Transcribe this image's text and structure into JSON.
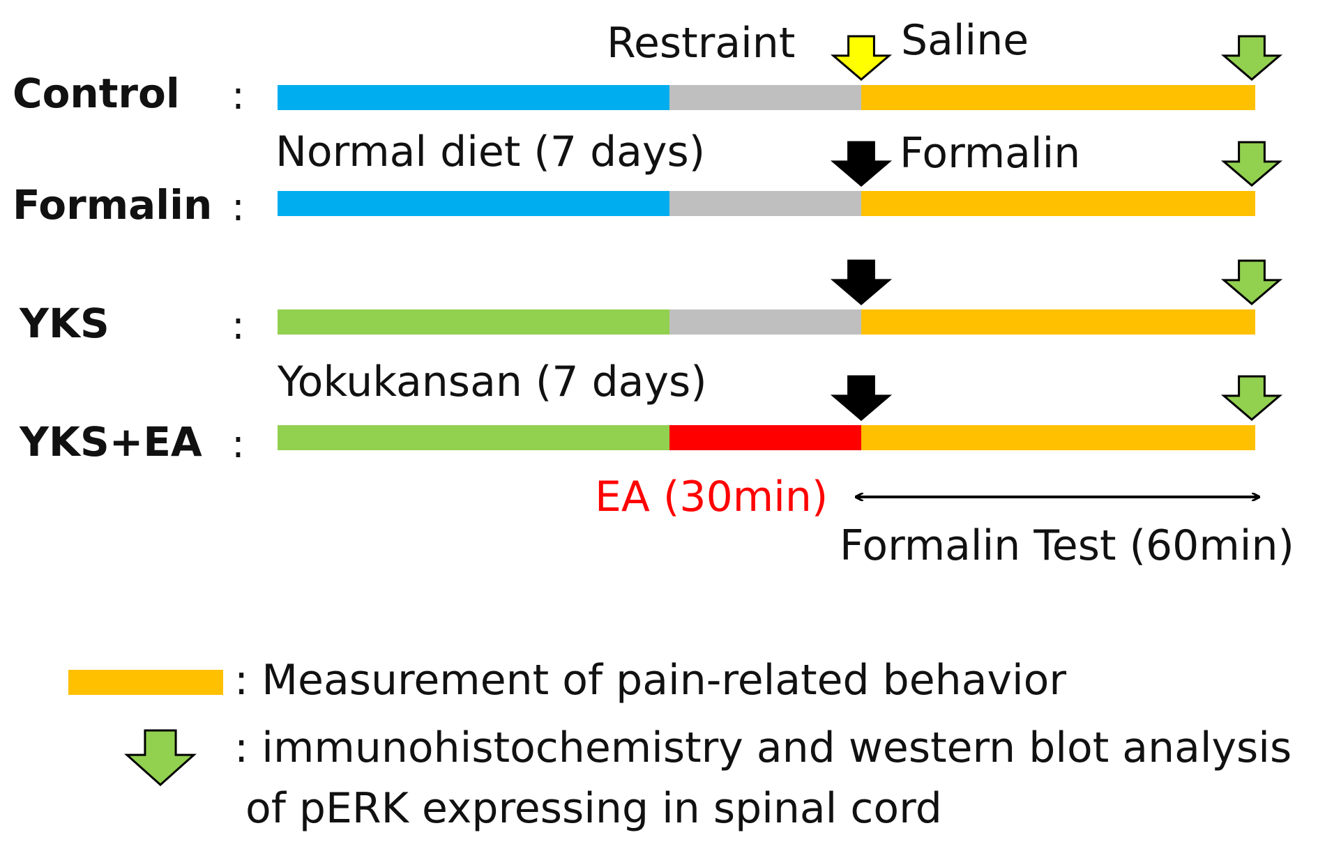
{
  "colors": {
    "normal_diet": "#00AEEF",
    "restraint": "#BFBFBF",
    "measurement": "#FFC000",
    "yokukansan": "#92D050",
    "ea": "#FF0000",
    "arrow_saline": "#FFFF00",
    "arrow_formalin": "#000000",
    "arrow_analysis": "#92D050"
  },
  "colon": ":",
  "rows": [
    {
      "group": "Control",
      "segments": [
        "normal_diet",
        "restraint",
        "measurement"
      ],
      "injection_arrow": "arrow_saline"
    },
    {
      "group": "Formalin",
      "segments": [
        "normal_diet",
        "restraint",
        "measurement"
      ],
      "injection_arrow": "arrow_formalin"
    },
    {
      "group": "YKS",
      "segments": [
        "yokukansan",
        "restraint",
        "measurement"
      ],
      "injection_arrow": "arrow_formalin"
    },
    {
      "group": "YKS+EA",
      "segments": [
        "yokukansan",
        "ea",
        "measurement"
      ],
      "injection_arrow": "arrow_formalin"
    }
  ],
  "annotations": {
    "restraint": "Restraint",
    "saline": "Saline",
    "normal_diet": "Normal diet (7 days)",
    "formalin": "Formalin",
    "yokukansan": "Yokukansan (7 days)",
    "ea": "EA (30min)",
    "formalin_test": "Formalin Test (60min)"
  },
  "legend": {
    "bar_text": ": Measurement of pain-related behavior",
    "arrow_text_line1": ": immunohistochemistry and western blot analysis",
    "arrow_text_line2": "of pERK expressing in spinal cord"
  }
}
